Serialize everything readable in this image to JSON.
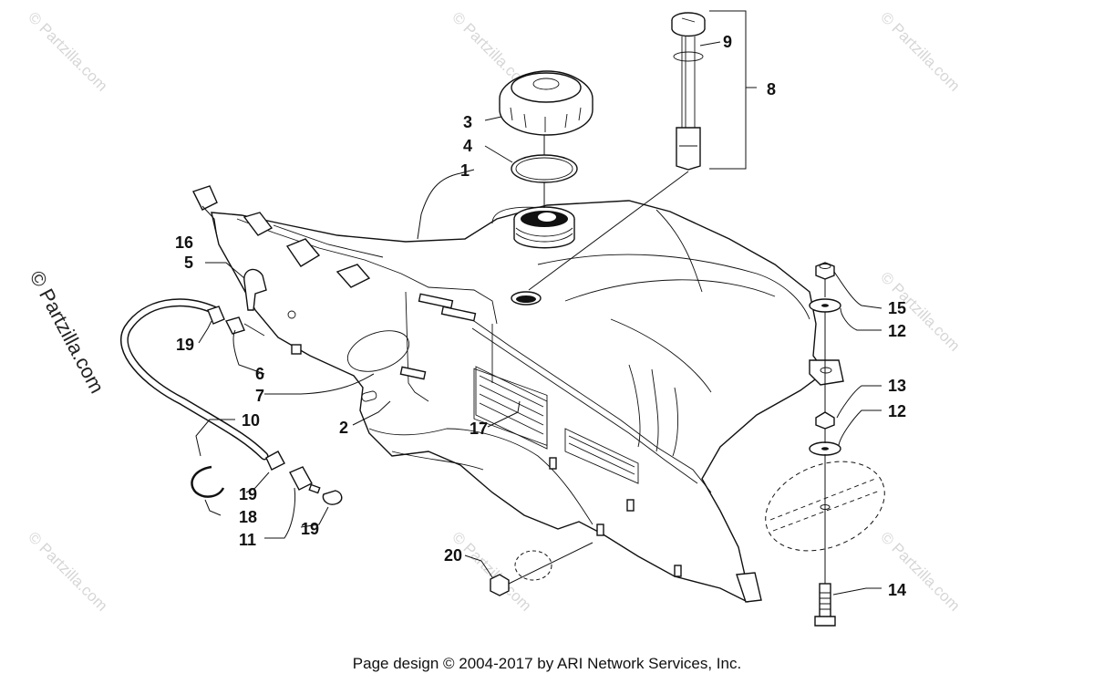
{
  "footer": "Page design © 2004-2017 by ARI Network Services, Inc.",
  "watermark": {
    "tile_text": "© Partzilla.com",
    "side_text": "© Partzilla.com"
  },
  "callouts": [
    {
      "id": "c1",
      "label": "1"
    },
    {
      "id": "c2",
      "label": "2"
    },
    {
      "id": "c3",
      "label": "3"
    },
    {
      "id": "c4",
      "label": "4"
    },
    {
      "id": "c5",
      "label": "5"
    },
    {
      "id": "c6",
      "label": "6"
    },
    {
      "id": "c7",
      "label": "7"
    },
    {
      "id": "c8",
      "label": "8"
    },
    {
      "id": "c9",
      "label": "9"
    },
    {
      "id": "c10",
      "label": "10"
    },
    {
      "id": "c11",
      "label": "11"
    },
    {
      "id": "c12a",
      "label": "12"
    },
    {
      "id": "c12b",
      "label": "12"
    },
    {
      "id": "c13",
      "label": "13"
    },
    {
      "id": "c14",
      "label": "14"
    },
    {
      "id": "c15",
      "label": "15"
    },
    {
      "id": "c16",
      "label": "16"
    },
    {
      "id": "c17",
      "label": "17"
    },
    {
      "id": "c18",
      "label": "18"
    },
    {
      "id": "c19a",
      "label": "19"
    },
    {
      "id": "c19b",
      "label": "19"
    },
    {
      "id": "c19c",
      "label": "19"
    },
    {
      "id": "c20",
      "label": "20"
    }
  ],
  "colors": {
    "ink": "#111111",
    "watermark": "#d6d6d6",
    "background": "#ffffff"
  }
}
